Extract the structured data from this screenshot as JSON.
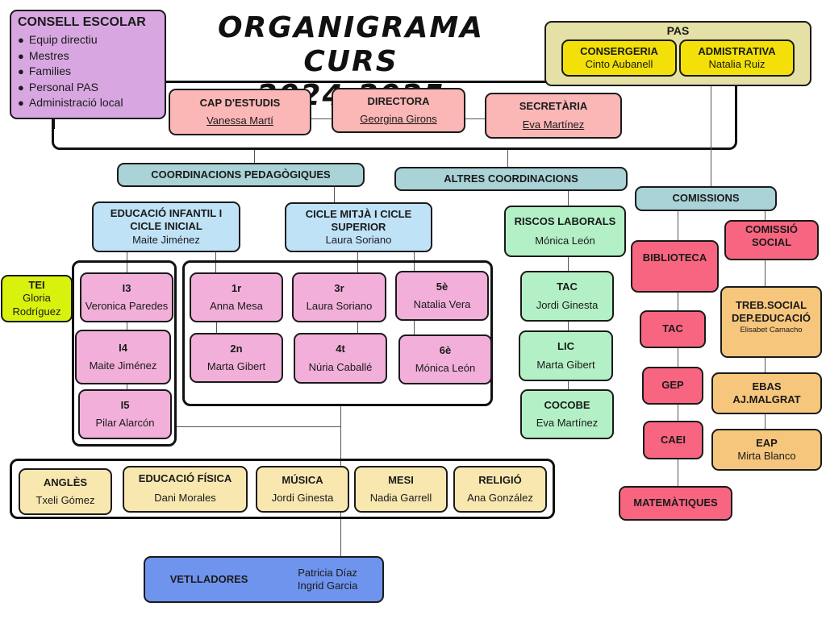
{
  "title": {
    "line1": "ORGANIGRAMA CURS",
    "line2": "2024-2025"
  },
  "consell_escolar": {
    "title": "CONSELL ESCOLAR",
    "items": [
      "Equip directiu",
      "Mestres",
      "Families",
      "Personal PAS",
      "Administració local"
    ]
  },
  "pas": {
    "title": "PAS",
    "units": [
      {
        "title": "CONSERGERIA",
        "name": "Cinto Aubanell"
      },
      {
        "title": "ADMISTRATIVA",
        "name": "Natalia Ruiz"
      }
    ]
  },
  "equip_directiu": [
    {
      "title": "CAP D'ESTUDIS",
      "name": "Vanessa Martí"
    },
    {
      "title": "DIRECTORA",
      "name": "Georgina Girons"
    },
    {
      "title": "SECRETÀRIA",
      "name": "Eva Martínez"
    }
  ],
  "coordinacions_pedagogiques": {
    "title": "COORDINACIONS PEDAGÒGIQUES",
    "groups": [
      {
        "title_line1": "EDUCACIÓ INFANTIL I",
        "title_line2": "CICLE INICIAL",
        "name": "Maite Jiménez"
      },
      {
        "title_line1": "CICLE MITJÀ I CICLE",
        "title_line2": "SUPERIOR",
        "name": "Laura Soriano"
      }
    ]
  },
  "tei": {
    "title": "TEI",
    "name_line1": "Gloria",
    "name_line2": "Rodríguez"
  },
  "infantil": [
    {
      "title": "I3",
      "name": "Veronica Paredes"
    },
    {
      "title": "I4",
      "name": "Maite Jiménez"
    },
    {
      "title": "I5",
      "name": "Pilar Alarcón"
    }
  ],
  "primaria": [
    {
      "title": "1r",
      "name": "Anna Mesa"
    },
    {
      "title": "2n",
      "name": "Marta Gibert"
    },
    {
      "title": "3r",
      "name": "Laura Soriano"
    },
    {
      "title": "4t",
      "name": "Núria Caballé"
    },
    {
      "title": "5è",
      "name": "Natalia Vera"
    },
    {
      "title": "6è",
      "name": "Mónica León"
    }
  ],
  "especialistes": [
    {
      "title": "ANGLÈS",
      "name": "Txeli Gómez"
    },
    {
      "title": "EDUCACIÓ FÍSICA",
      "name": "Dani Morales"
    },
    {
      "title": "MÚSICA",
      "name": "Jordi Ginesta"
    },
    {
      "title": "MESI",
      "name": "Nadia Garrell"
    },
    {
      "title": "RELIGIÓ",
      "name": "Ana González"
    }
  ],
  "vetlladores": {
    "title": "VETLLADORES",
    "names": [
      "Patricia Díaz",
      "Ingrid Garcia"
    ]
  },
  "altres_coordinacions": {
    "title": "ALTRES COORDINACIONS",
    "items": [
      {
        "title": "RISCOS LABORALS",
        "name": "Mónica León"
      },
      {
        "title": "TAC",
        "name": "Jordi Ginesta"
      },
      {
        "title": "LIC",
        "name": "Marta Gibert"
      },
      {
        "title": "COCOBE",
        "name": "Eva Martínez"
      }
    ]
  },
  "comissions": {
    "title": "COMISSIONS",
    "left": [
      "BIBLIOTECA",
      "TAC",
      "GEP",
      "CAEI",
      "MATEMÀTIQUES"
    ],
    "social": {
      "title_line1": "COMISSIÓ",
      "title_line2": "SOCIAL"
    },
    "social_items": [
      {
        "title_line1": "TREB.SOCIAL",
        "title_line2": "DEP.EDUCACIÓ",
        "name": "Elisabet Camacho"
      },
      {
        "title_line1": "EBAS",
        "title_line2": "AJ.MALGRAT",
        "name": ""
      },
      {
        "title_line1": "EAP",
        "title_line2": "",
        "name": "Mirta Blanco"
      }
    ]
  },
  "colors": {
    "directiu": "#fbb6b6",
    "coord_header": "#a9d3d6",
    "cicle": "#bfe2f7",
    "altres": "#b3f0c6",
    "curs": "#f1afd9",
    "comissio": "#f86580",
    "social": "#f6c67c",
    "especialistes": "#f8e8b0",
    "tei": "#d8f20e",
    "consell": "#d8a7e2",
    "pas": "#e4e0a6",
    "pas_unit": "#f2e008",
    "vetlladores": "#6f94ee"
  }
}
